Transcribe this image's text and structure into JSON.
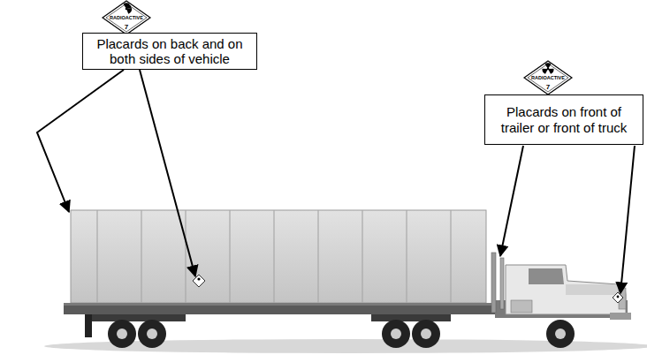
{
  "diagram": {
    "nodes": [
      {
        "text": [
          "Placards on back and on both sides of vehicle"
        ]
      },
      {
        "text": [
          "Placards on front of trailer or front of truck"
        ]
      }
    ],
    "labels": [
      "RADIOACTIVE",
      "7",
      "RADIOACTIVE",
      "7"
    ]
  }
}
